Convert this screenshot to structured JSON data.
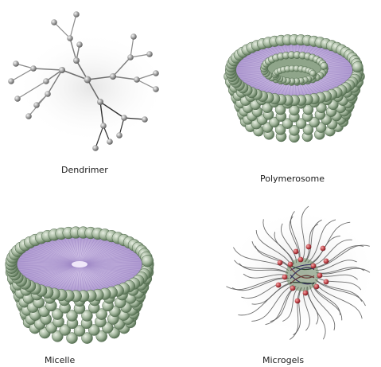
{
  "figure": {
    "labels": {
      "dendrimer": "Dendrimer",
      "polymerosome": "Polymerosome",
      "micelle": "Micelle",
      "microgels": "Microgels"
    },
    "colors": {
      "sphere": "#a9bba4",
      "sphere_dark": "#5f7a5c",
      "sphere_light": "#dfe8da",
      "core": "#c9b6e4",
      "core_dark": "#9a82c3",
      "branch": "#8a8a8a",
      "branch_dark": "#333333",
      "gel_red": "#c0454a",
      "gel_fiber": "#4d4d4d"
    }
  }
}
